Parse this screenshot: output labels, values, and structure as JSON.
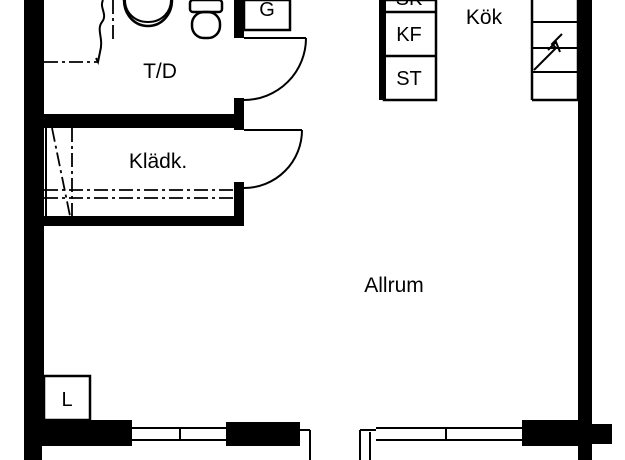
{
  "rooms": {
    "kok": "Kök",
    "td": "T/D",
    "kladk": "Klädk.",
    "allrum": "Allrum"
  },
  "fixtures": {
    "g": "G",
    "sk": "SK",
    "kf": "KF",
    "st": "ST",
    "l": "L"
  }
}
